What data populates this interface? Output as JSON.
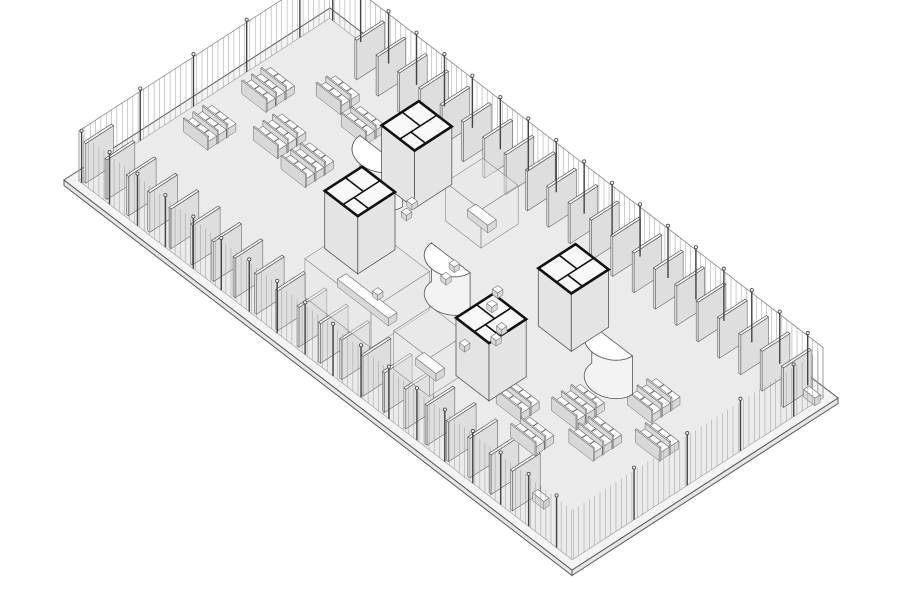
{
  "drawing": {
    "kind": "isometric office floor plan",
    "palette": {
      "background": "#ffffff",
      "slab": "#f4f4f4",
      "floor": "#ebebeb",
      "line": "#5a5a5a",
      "core_outline": "#111111"
    },
    "core_count": 4,
    "round_pod_count": 3,
    "workstation_cluster_count": 12,
    "perimeter_office_rows": 4
  }
}
